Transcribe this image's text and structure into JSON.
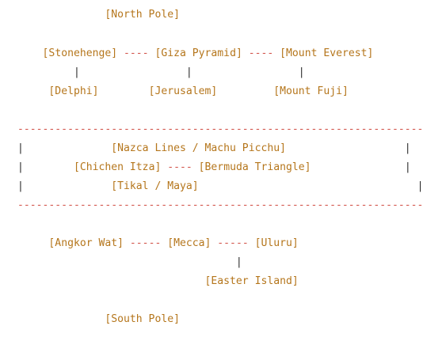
{
  "colors": {
    "label": "#b5761c",
    "connector": "#d2534a",
    "bar": "#2a2a2a",
    "background": "#ffffff"
  },
  "nodes": {
    "north_pole": "[North Pole]",
    "stonehenge": "[Stonehenge]",
    "giza_pyramid": "[Giza Pyramid]",
    "mount_everest": "[Mount Everest]",
    "delphi": "[Delphi]",
    "jerusalem": "[Jerusalem]",
    "mount_fuji": "[Mount Fuji]",
    "nazca_machu": "[Nazca Lines / Machu Picchu]",
    "chichen_itza": "[Chichen Itza]",
    "bermuda_triangle": "[Bermuda Triangle]",
    "tikal_maya": "[Tikal / Maya]",
    "angkor_wat": "[Angkor Wat]",
    "mecca": "[Mecca]",
    "uluru": "[Uluru]",
    "easter_island": "[Easter Island]",
    "south_pole": "[South Pole]"
  },
  "connectors": {
    "short": " ---- ",
    "medium": " ----- "
  },
  "box": {
    "border": "-----------------------------------------------------------------"
  }
}
